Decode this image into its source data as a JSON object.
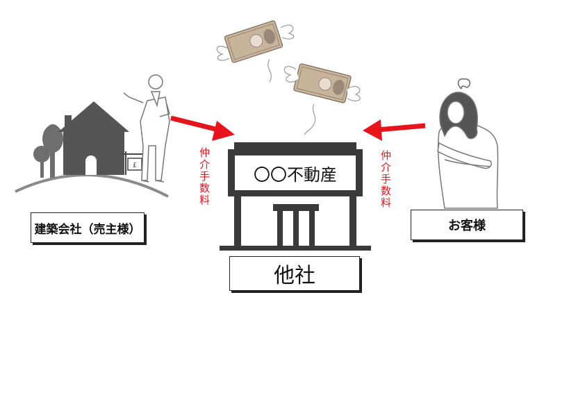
{
  "store": {
    "sign": "〇〇不動産",
    "name": "他社"
  },
  "parties": {
    "seller": "建築会社（売主様）",
    "customer": "お客様"
  },
  "fees": {
    "left": "仲介手数料",
    "right": "仲介手数料"
  },
  "colors": {
    "arrow": "#e8141c",
    "building": "#3a3a3a",
    "house": "#555555",
    "tree": "#6e6e6e",
    "money": "#c8b49a"
  },
  "icons": [
    "house-icon",
    "tree-icon",
    "businessman-icon",
    "worried-woman-icon",
    "banknote-icon",
    "store-building-icon",
    "arrow-icon"
  ]
}
